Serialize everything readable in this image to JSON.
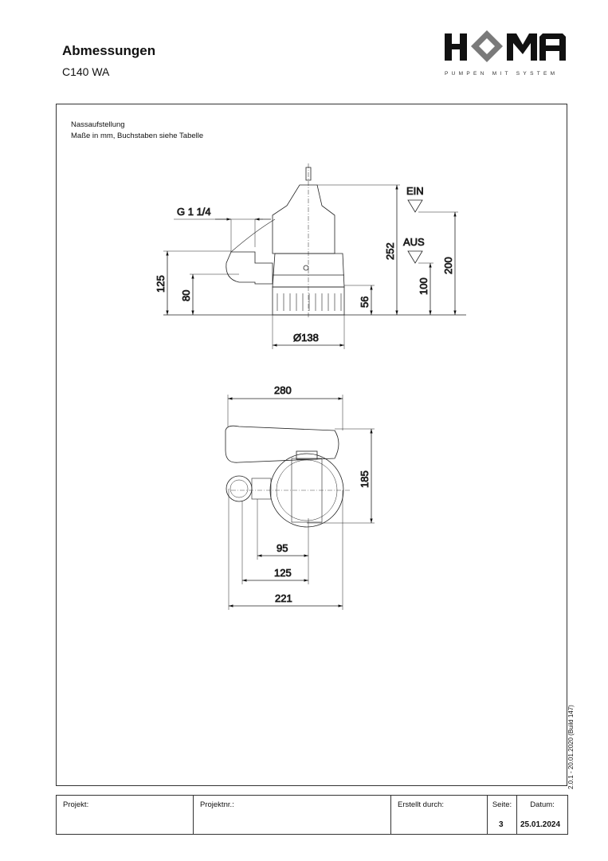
{
  "header": {
    "title": "Abmessungen",
    "subtitle": "C140 WA"
  },
  "logo": {
    "text": "HOMA",
    "tagline": "PUMPEN MIT SYSTEM",
    "colors": {
      "dark": "#111111",
      "diamond": "#7a7a7a"
    }
  },
  "notes": {
    "line1": "Nassaufstellung",
    "line2": "Maße in mm, Buchstaben siehe Tabelle"
  },
  "side_view": {
    "thread": "G 1 1/4",
    "ein": "EIN",
    "aus": "AUS",
    "dims": {
      "d252": "252",
      "d200": "200",
      "d100": "100",
      "d56": "56",
      "d125": "125",
      "d80": "80",
      "d138": "Ø138"
    }
  },
  "top_view": {
    "dims": {
      "d280": "280",
      "d185": "185",
      "d95": "95",
      "d125": "125",
      "d221": "221"
    }
  },
  "version": "2.0.1 - 20.01.2020 (Build 147)",
  "footer": {
    "projekt_label": "Projekt:",
    "projektnr_label": "Projektnr.:",
    "erstellt_label": "Erstellt durch:",
    "seite_label": "Seite:",
    "seite_value": "3",
    "datum_label": "Datum:",
    "datum_value": "25.01.2024"
  }
}
